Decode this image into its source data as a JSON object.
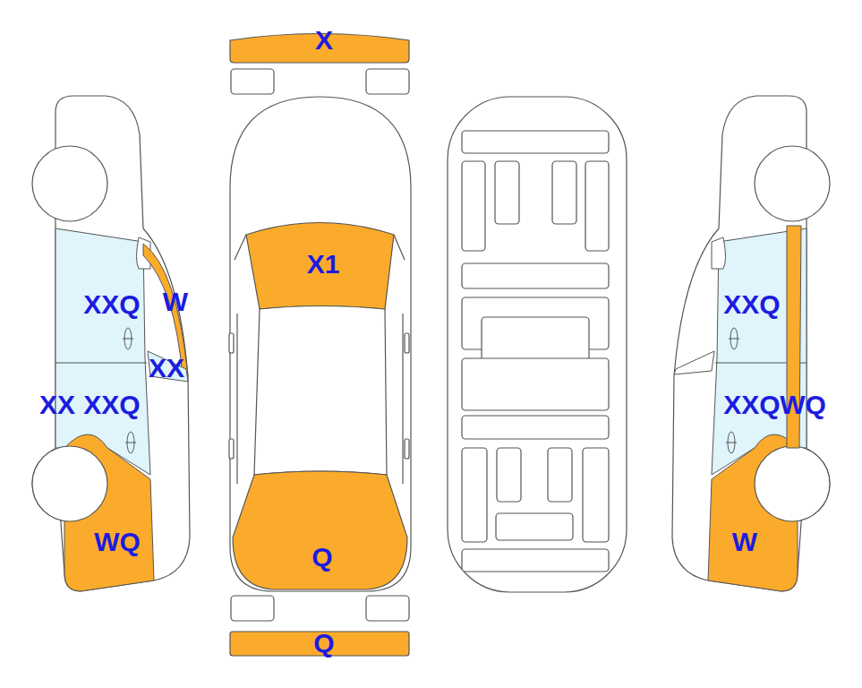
{
  "diagram": {
    "labels": [
      "X",
      "X1",
      "XXQ",
      "W",
      "XXQ",
      "XX",
      "XX",
      "XXQ",
      "XXQ",
      "WQ",
      "WQ",
      "W",
      "Q",
      "Q"
    ]
  }
}
